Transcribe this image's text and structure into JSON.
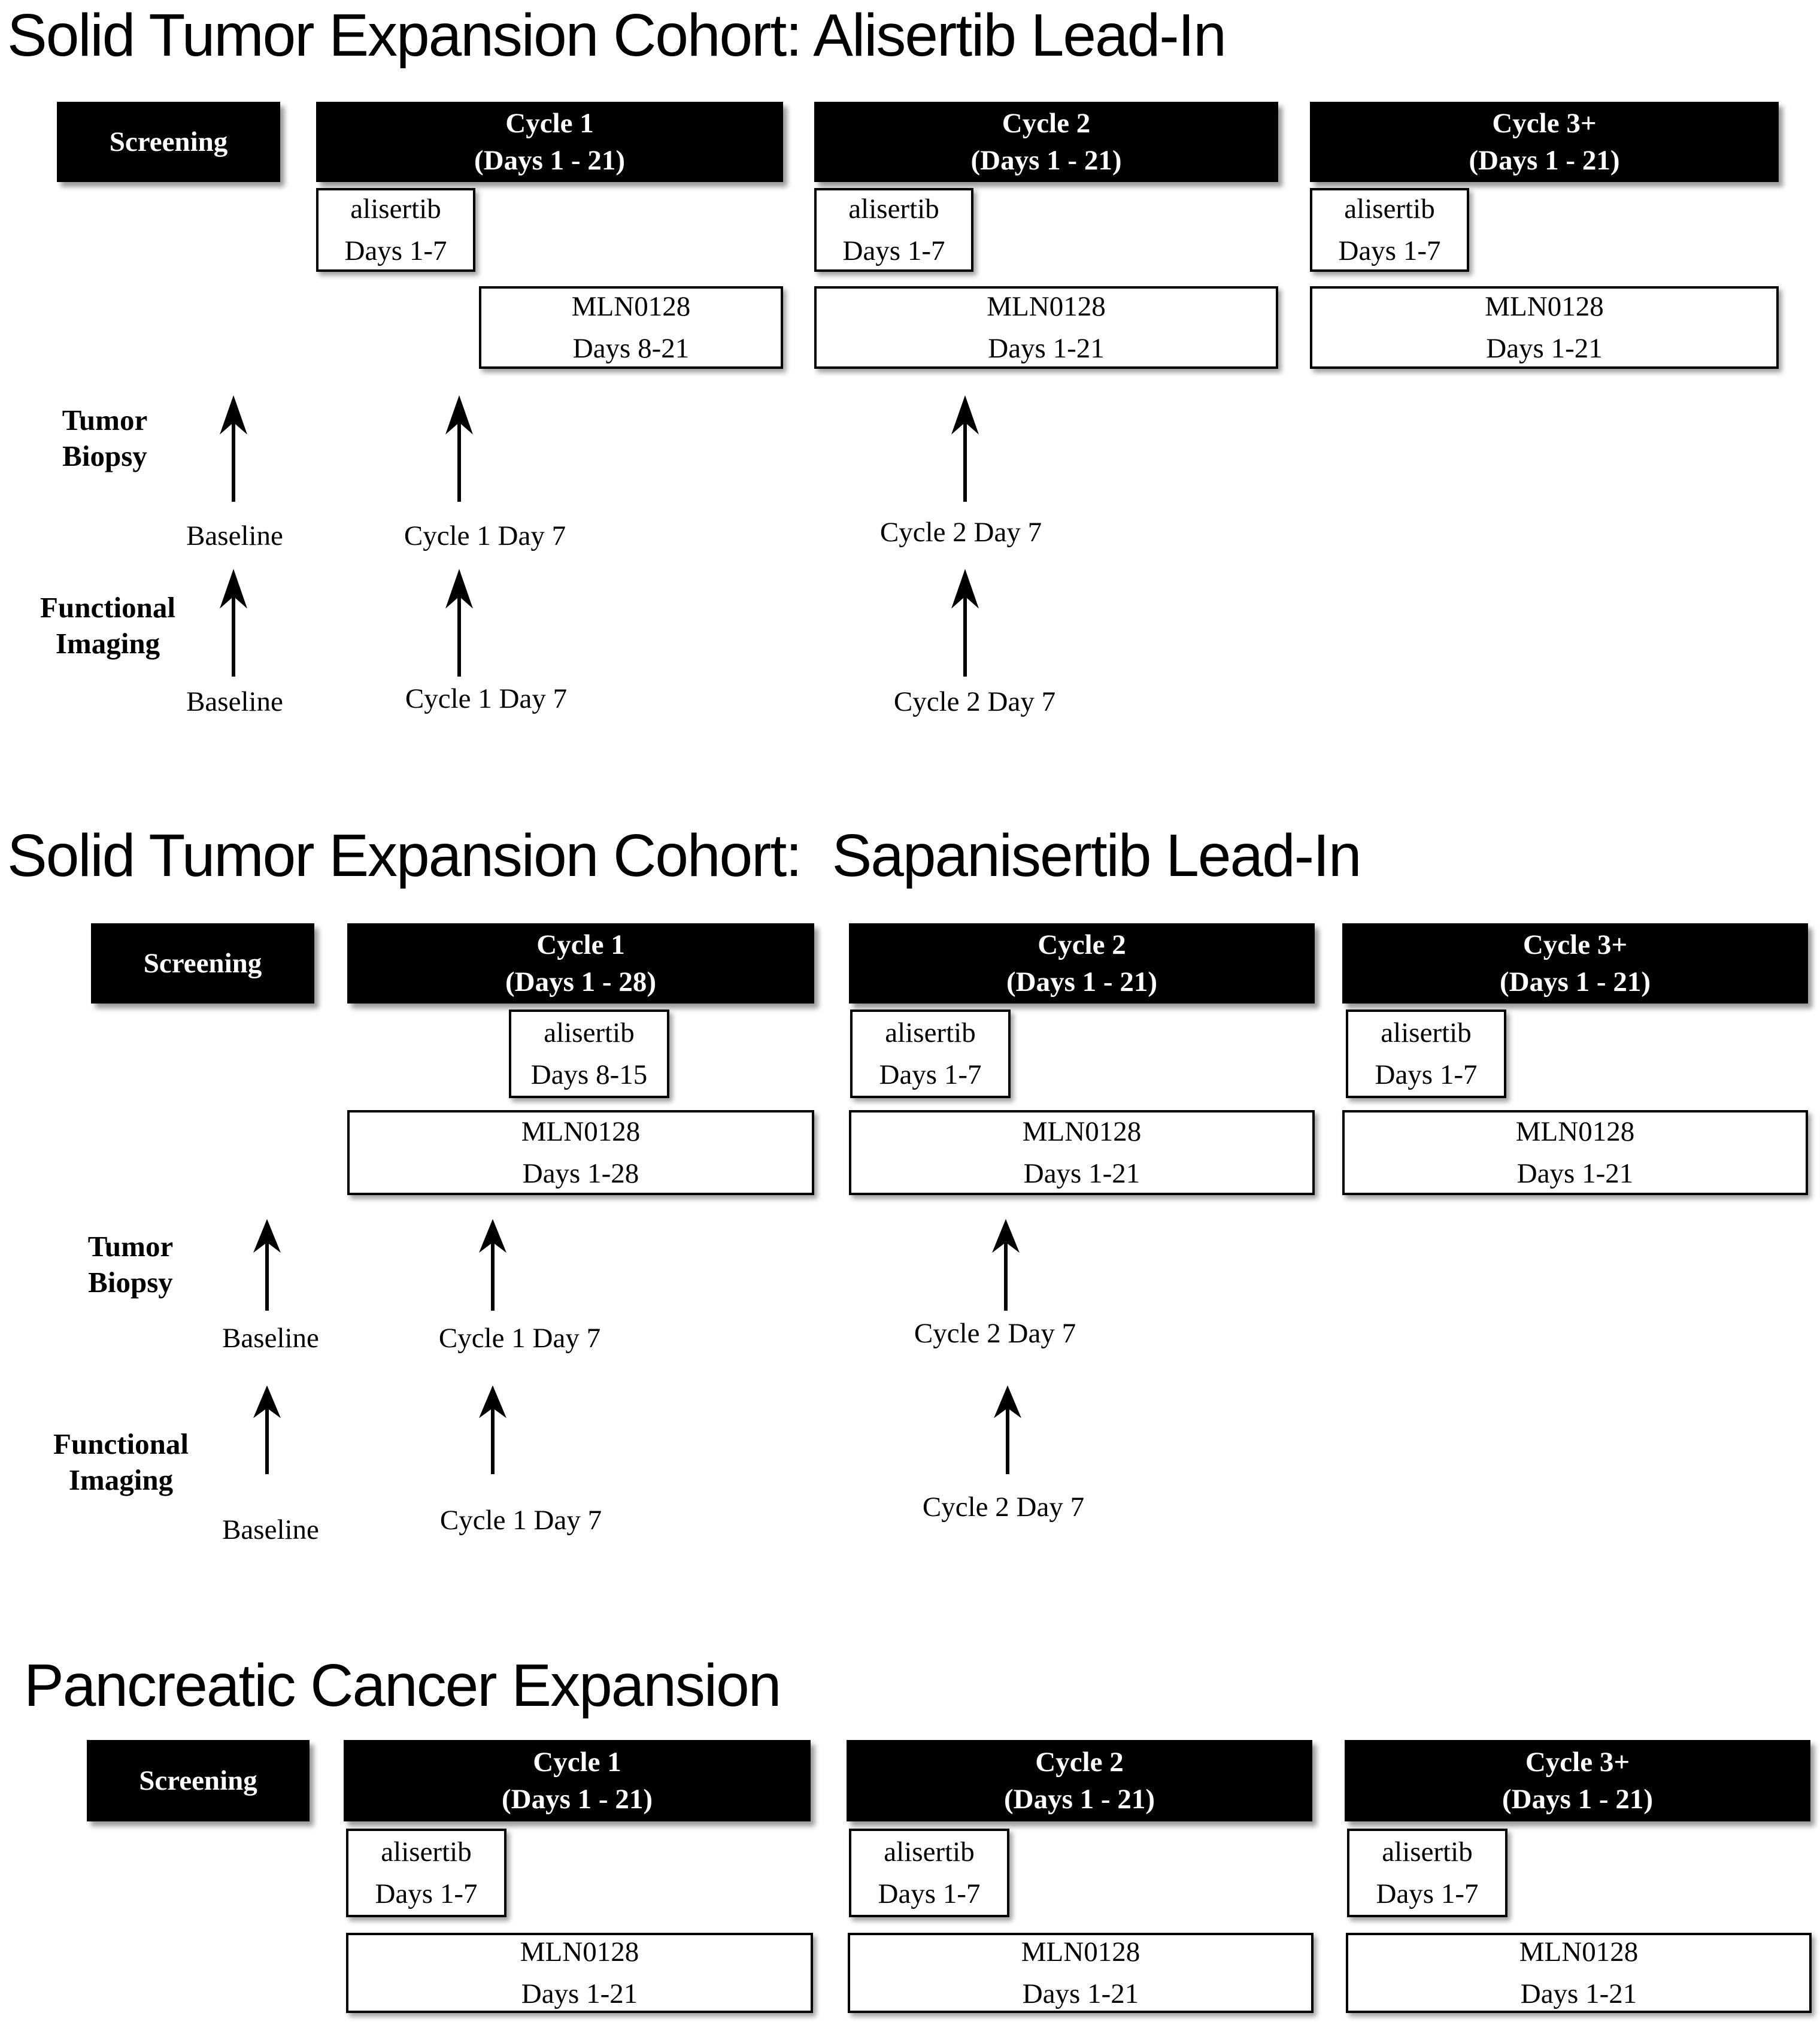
{
  "colors": {
    "background": "#ffffff",
    "box_fill": "#000000",
    "box_text": "#ffffff",
    "outline": "#000000"
  },
  "icons": {
    "arrow": "up-arrow"
  },
  "sections": [
    {
      "title": "Solid Tumor Expansion Cohort: Alisertib Lead-In",
      "screening": "Screening",
      "cycles": [
        {
          "name": "Cycle 1",
          "days": "(Days 1 - 21)"
        },
        {
          "name": "Cycle 2",
          "days": "(Days 1 - 21)"
        },
        {
          "name": "Cycle 3+",
          "days": "(Days 1 - 21)"
        }
      ],
      "lead_in": [
        {
          "drug": "alisertib",
          "days": "Days 1-7"
        },
        {
          "drug": "alisertib",
          "days": "Days 1-7"
        },
        {
          "drug": "alisertib",
          "days": "Days 1-7"
        }
      ],
      "mln": [
        {
          "drug": "MLN0128",
          "days": "Days 8-21"
        },
        {
          "drug": "MLN0128",
          "days": "Days 1-21"
        },
        {
          "drug": "MLN0128",
          "days": "Days 1-21"
        }
      ],
      "tumor_biopsy": {
        "label": [
          "Tumor",
          "Biopsy"
        ],
        "ticks": [
          "Baseline",
          "Cycle 1 Day 7",
          "Cycle 2 Day 7"
        ]
      },
      "functional_imaging": {
        "label": [
          "Functional",
          "Imaging"
        ],
        "ticks": [
          "Baseline",
          "Cycle 1 Day 7",
          "Cycle 2 Day 7"
        ]
      }
    },
    {
      "title": "Solid Tumor Expansion Cohort:  Sapanisertib Lead-In",
      "screening": "Screening",
      "cycles": [
        {
          "name": "Cycle 1",
          "days": "(Days 1 - 28)"
        },
        {
          "name": "Cycle 2",
          "days": "(Days 1 - 21)"
        },
        {
          "name": "Cycle 3+",
          "days": "(Days 1 - 21)"
        }
      ],
      "lead_in": [
        {
          "drug": "alisertib",
          "days": "Days 8-15"
        },
        {
          "drug": "alisertib",
          "days": "Days 1-7"
        },
        {
          "drug": "alisertib",
          "days": "Days 1-7"
        }
      ],
      "mln": [
        {
          "drug": "MLN0128",
          "days": "Days 1-28"
        },
        {
          "drug": "MLN0128",
          "days": "Days 1-21"
        },
        {
          "drug": "MLN0128",
          "days": "Days 1-21"
        }
      ],
      "tumor_biopsy": {
        "label": [
          "Tumor",
          "Biopsy"
        ],
        "ticks": [
          "Baseline",
          "Cycle 1 Day 7",
          "Cycle 2 Day 7"
        ]
      },
      "functional_imaging": {
        "label": [
          "Functional",
          "Imaging"
        ],
        "ticks": [
          "Baseline",
          "Cycle 1 Day 7",
          "Cycle 2 Day 7"
        ]
      }
    },
    {
      "title": "Pancreatic Cancer Expansion",
      "screening": "Screening",
      "cycles": [
        {
          "name": "Cycle 1",
          "days": "(Days 1 - 21)"
        },
        {
          "name": "Cycle 2",
          "days": "(Days 1 - 21)"
        },
        {
          "name": "Cycle 3+",
          "days": "(Days 1 - 21)"
        }
      ],
      "lead_in": [
        {
          "drug": "alisertib",
          "days": "Days 1-7"
        },
        {
          "drug": "alisertib",
          "days": "Days 1-7"
        },
        {
          "drug": "alisertib",
          "days": "Days 1-7"
        }
      ],
      "mln": [
        {
          "drug": "MLN0128",
          "days": "Days 1-21"
        },
        {
          "drug": "MLN0128",
          "days": "Days 1-21"
        },
        {
          "drug": "MLN0128",
          "days": "Days 1-21"
        }
      ]
    }
  ]
}
